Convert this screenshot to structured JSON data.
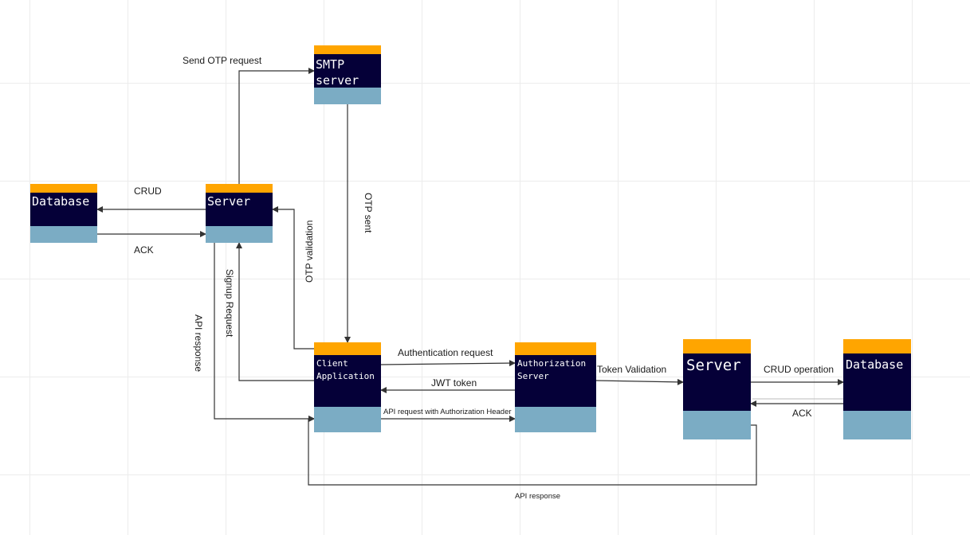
{
  "colors": {
    "header": "#ffa500",
    "body": "#050038",
    "footer": "#7bacc4",
    "line": "#333333",
    "grid": "#eeeeee"
  },
  "nodes": {
    "smtp": "SMTP\nserver",
    "db_left": "Database",
    "server_left": "Server",
    "client": "Client\nApplication",
    "auth": "Authorization\nServer",
    "server_right": "Server",
    "db_right": "Database"
  },
  "edges": {
    "send_otp": "Send OTP request",
    "crud": "CRUD",
    "ack_left": "ACK",
    "otp_sent": "OTP sent",
    "otp_validation": "OTP validation",
    "signup": "Signup Request",
    "api_response_left": "API response",
    "auth_request": "Authentication request",
    "jwt": "JWT token",
    "api_request": "API request with Authorization Header",
    "token_validation": "Token Validation",
    "crud_operation": "CRUD operation",
    "ack_right": "ACK",
    "api_response_bottom": "API response"
  }
}
